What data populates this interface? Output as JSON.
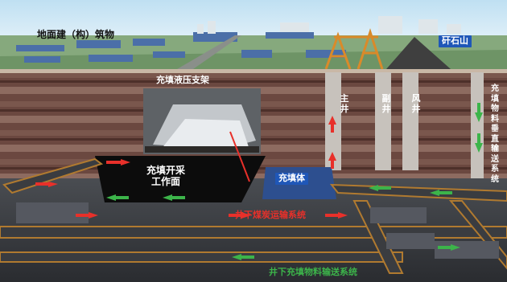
{
  "labels": {
    "surface_buildings": "地面建（构）筑物",
    "gangue_hill": "矸石山",
    "hydraulic_support": "充填液压支架",
    "working_face": "充填开采\n工作面",
    "backfill_body": "充填体",
    "main_shaft": "主井",
    "auxiliary_shaft": "副井",
    "ventilation_shaft": "风井",
    "vertical_transport": "充填物料垂直输送系统",
    "coal_transport": "井下煤炭运输系统",
    "material_transport": "井下充填物料输送系统"
  },
  "colors": {
    "sky": "#cfe6f4",
    "ground_surface": "#7fa47a",
    "rock_dark": "#5a3a34",
    "rock_light": "#8b6a5e",
    "coal_arrow": "#e8302a",
    "material_arrow": "#3cb44a",
    "label_blue": "#1f57b8",
    "coal_label": "#e8302a",
    "material_label": "#3cb44a"
  },
  "icons": [
    "up-arrow-red",
    "down-arrow-green",
    "right-arrow-red",
    "left-arrow-green"
  ]
}
